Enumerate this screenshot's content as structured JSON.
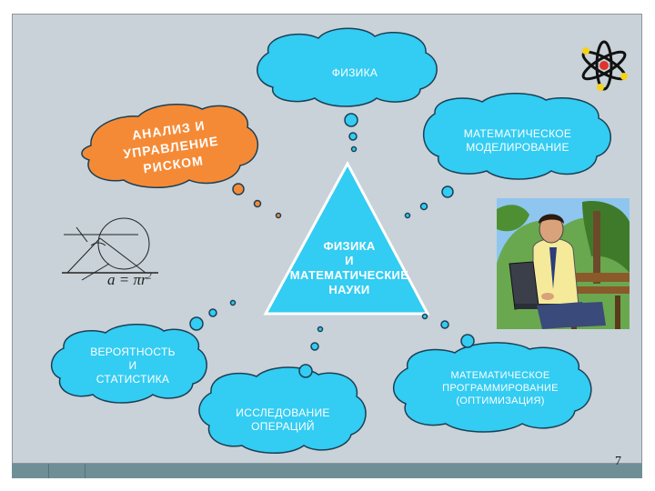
{
  "center": {
    "line1": "ФИЗИКА",
    "line2": "И",
    "line3": "МАТЕМАТИЧЕСКИЕ",
    "line4": "НАУКИ"
  },
  "bubbles": {
    "physics": "ФИЗИКА",
    "modeling": {
      "line1": "МАТЕМАТИЧЕСКОЕ",
      "line2": "МОДЕЛИРОВАНИЕ"
    },
    "risk": {
      "line1": "АНАЛИЗ И",
      "line2": "УПРАВЛЕНИЕ",
      "line3": "РИСКОМ"
    },
    "probability": {
      "line1": "ВЕРОЯТНОСТЬ",
      "line2": "И",
      "line3": "СТАТИСТИКА"
    },
    "operations": {
      "line1": "ИССЛЕДОВАНИЕ",
      "line2": "ОПЕРАЦИЙ"
    },
    "programming": {
      "line1": "МАТЕМАТИЧЕСКОЕ",
      "line2": "ПРОГРАММИРОВАНИЕ",
      "line3": "(ОПТИМИЗАЦИЯ)"
    }
  },
  "formula": {
    "text": "a = πr",
    "exponent": "2"
  },
  "page_number": "7",
  "colors": {
    "bubble": "#33ccf2",
    "risk_bubble": "#f58a36",
    "frame": "#c8d2d8",
    "bar": "#6f8f96"
  }
}
